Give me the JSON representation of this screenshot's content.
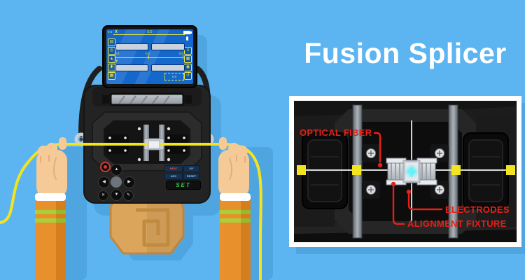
{
  "title": "Fusion Splicer",
  "background_color": "#5CB5F0",
  "inset": {
    "labels": {
      "optical_fiber": "OPTICAL FIBER",
      "electrodes": "ELECTRODES",
      "alignment_fixture": "ALIGNMENT FIXTURE"
    },
    "label_color": "#E62018"
  },
  "device": {
    "screen": {
      "axis_label": "X",
      "top_left_reading": "0.0",
      "header_reading": "0.0",
      "ruler_left": "0.0",
      "ruler_center": "0.0",
      "ruler_right": "0.0",
      "y_label": "Y",
      "estimate_reading": "0.0"
    },
    "controls": {
      "button_heat": "HEAT",
      "button_xy": "X/Y",
      "button_arc": "ARC",
      "button_reset": "RESET",
      "button_set": "SET"
    }
  },
  "icons": {
    "dpad_up": "▲",
    "dpad_left": "◀",
    "dpad_right": "▶",
    "dpad_down": "▼",
    "dpad_x": "✕",
    "dpad_tool": "✎",
    "screen_left": [
      "▤",
      "◎",
      "▲",
      "✚",
      "▦"
    ],
    "screen_right": [
      "≡",
      "▦",
      "◉",
      "↺"
    ]
  },
  "colors": {
    "fiber_yellow": "#F4E41E",
    "screen_blue": "#1468CC",
    "sleeve_orange": "#E8912C",
    "stripe_green": "#A9CF39",
    "base_tan": "#DBA55C",
    "shadow_blue": "#4FA5DF",
    "machine_black": "#232323",
    "glow_cyan": "#64F2F8"
  }
}
